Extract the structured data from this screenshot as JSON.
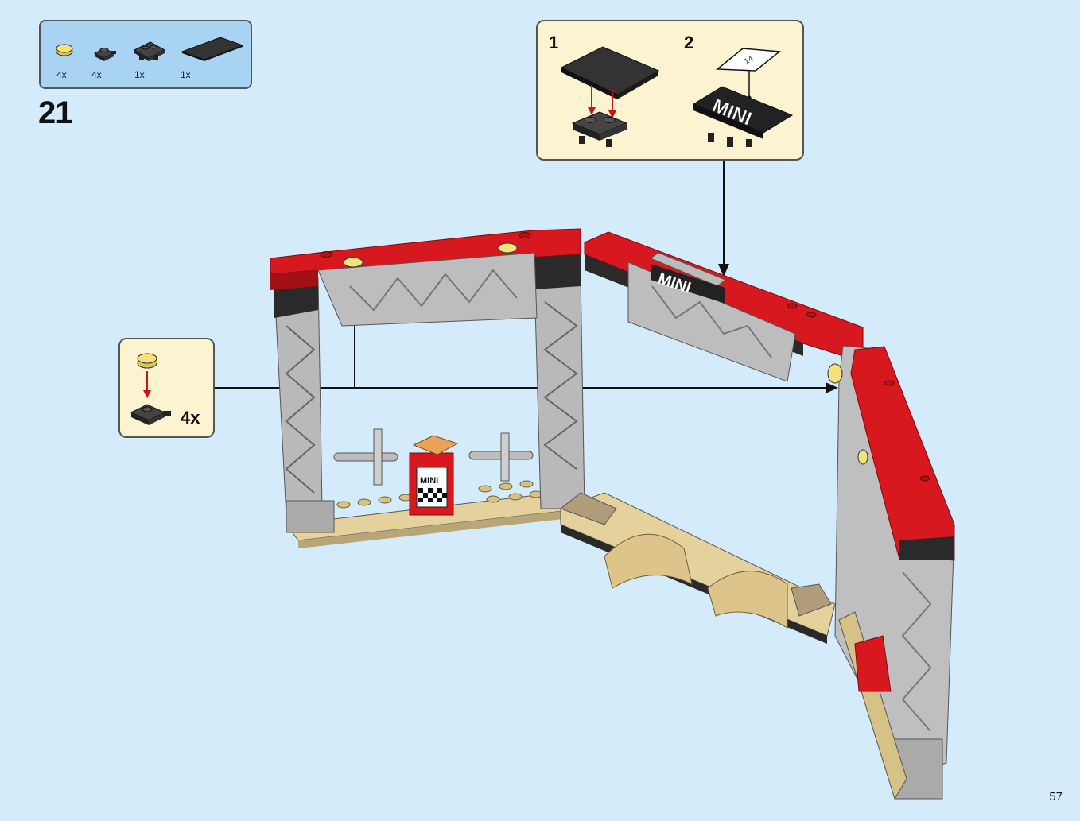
{
  "parts_list": {
    "items": [
      {
        "name": "round-tile-yellow",
        "qty": "4x"
      },
      {
        "name": "plate-with-clip-black",
        "qty": "4x"
      },
      {
        "name": "plate-with-clips-black",
        "qty": "1x"
      },
      {
        "name": "tile-2x4-black",
        "qty": "1x"
      }
    ]
  },
  "step": {
    "number": "21"
  },
  "subassembly": {
    "steps": [
      {
        "number": "1"
      },
      {
        "number": "2"
      }
    ],
    "sticker_text": "MINI",
    "sticker_ref": "14"
  },
  "small_callout": {
    "multiplier": "4x"
  },
  "model": {
    "sign_text": "MINI",
    "flag_sign_text": "MINI"
  },
  "colors": {
    "background": "#d3ebfa",
    "parts_box": "#a9d3f2",
    "callout": "#fcf3d0",
    "red": "#d7191f",
    "gray": "#b4b4b4",
    "tan": "#e4d19c",
    "black": "#222222",
    "yellow": "#f5e27a"
  },
  "page": {
    "number": "57"
  }
}
